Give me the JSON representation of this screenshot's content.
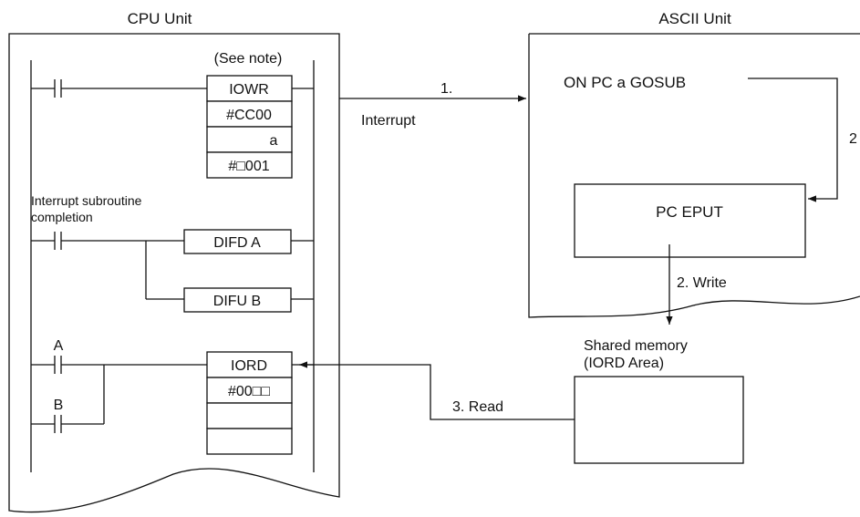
{
  "cpu_unit": {
    "title": "CPU Unit",
    "see_note": "(See note)",
    "iowr_block": [
      "IOWR",
      "#CC00",
      "a",
      "#□001"
    ],
    "interrupt_label_line1": "Interrupt subroutine",
    "interrupt_label_line2": "completion",
    "difd": "DIFD A",
    "difu": "DIFU B",
    "contact_a": "A",
    "contact_b": "B",
    "iord_block": [
      "IORD",
      "#00□□",
      "",
      ""
    ]
  },
  "ascii_unit": {
    "title": "ASCII Unit",
    "gosub_text": "ON PC a GOSUB",
    "eput_box": "PC EPUT"
  },
  "shared_memory": {
    "line1": "Shared memory",
    "line2": "(IORD Area)"
  },
  "arrows": {
    "step1_number": "1.",
    "step1_label": "Interrupt",
    "step2_top": "2",
    "step2_write": "2. Write",
    "step3_read": "3. Read"
  }
}
